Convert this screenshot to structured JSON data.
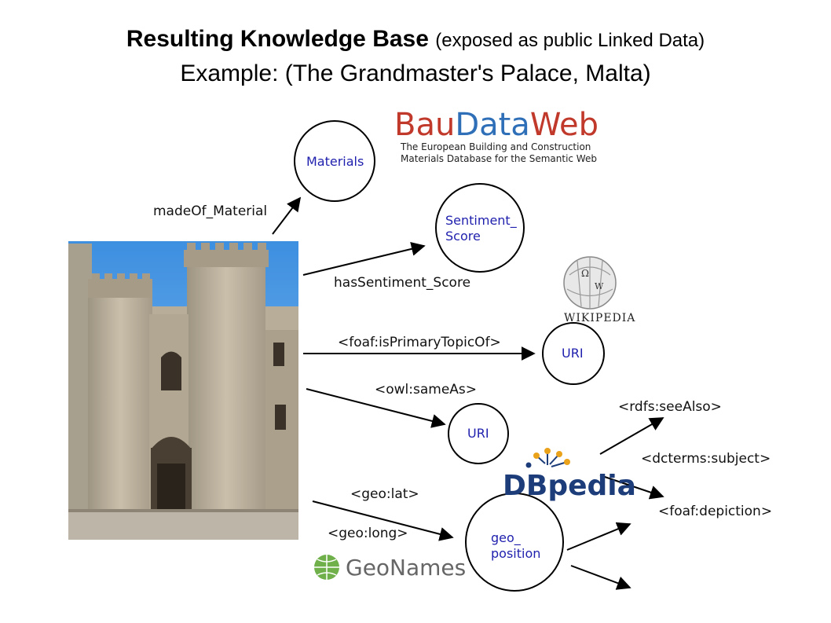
{
  "title": {
    "bold": "Resulting Knowledge Base",
    "rest": "(exposed as public Linked Data)",
    "line2": "Example: (The Grandmaster's Palace, Malta)"
  },
  "nodes": {
    "materials": "Materials",
    "sentiment_line1": "Sentiment_",
    "sentiment_line2": "Score",
    "uri_wiki": "URI",
    "uri_sameas": "URI",
    "geo_line1": "geo_",
    "geo_line2": "position"
  },
  "edges": {
    "made_of": "madeOf_Material",
    "has_sentiment": "hasSentiment_Score",
    "primary_topic": "<foaf:isPrimaryTopicOf>",
    "same_as": "<owl:sameAs>",
    "geo_lat": "<geo:lat>",
    "geo_long": "<geo:long>",
    "see_also": "<rdfs:seeAlso>",
    "subject": "<dcterms:subject>",
    "depiction": "<foaf:depiction>"
  },
  "logos": {
    "bau_part1": "Bau",
    "bau_part2": "Data",
    "bau_part3": "Web",
    "bau_tagline1": "The European Building and Construction",
    "bau_tagline2": "Materials Database for the Semantic Web",
    "wikipedia": "WIKIPEDIA",
    "dbpedia": "DBpedia",
    "geonames": "GeoNames"
  },
  "colors": {
    "node_text": "#1f1fae",
    "bau_red": "#c0392b",
    "bau_blue": "#2e6fb7",
    "dbpedia_blue": "#1c3d7a",
    "geonames_green": "#5a9e3c",
    "sky": "#4a9ee8",
    "stone": "#b5ab98"
  }
}
